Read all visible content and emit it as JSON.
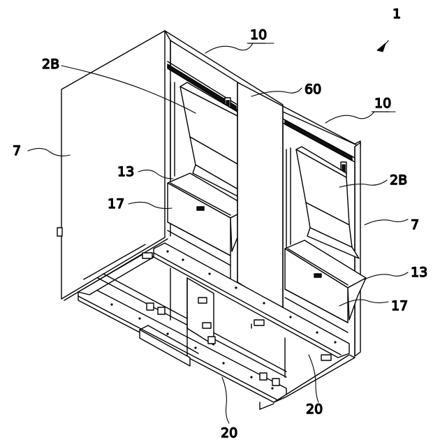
{
  "figure": {
    "ref_numeral": "1",
    "labels": {
      "unit_top_left": "10",
      "unit_top_right": "10",
      "panel_60": "60",
      "screen_left": "2B",
      "screen_right": "2B",
      "side_left": "7",
      "side_right": "7",
      "part_13_left": "13",
      "part_13_right": "13",
      "part_17_left": "17",
      "part_17_right": "17",
      "rail_front": "20",
      "rail_right": "20"
    }
  }
}
